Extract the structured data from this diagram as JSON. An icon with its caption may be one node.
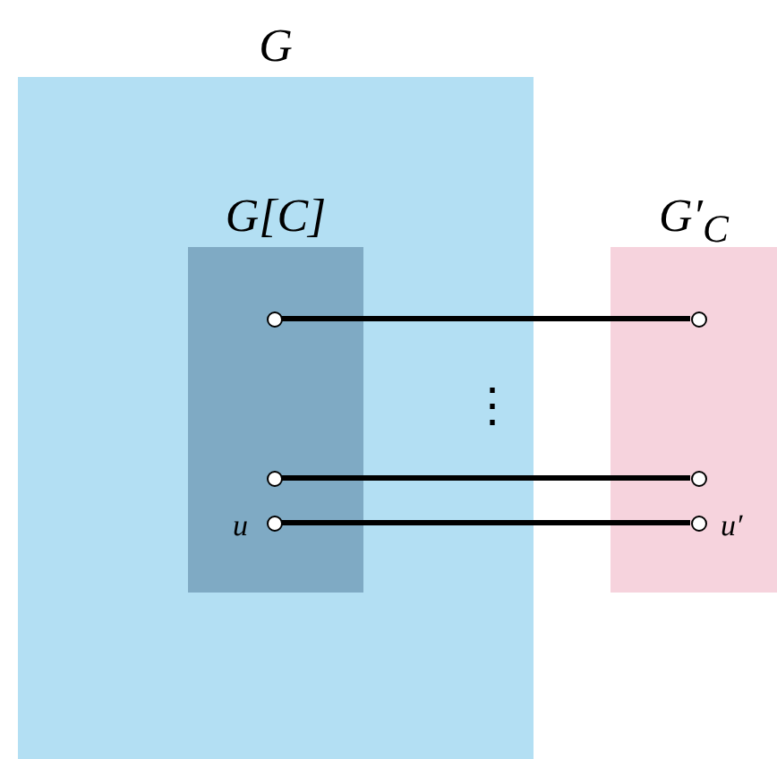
{
  "diagram": {
    "nodes": [
      {
        "text": [
          "G"
        ]
      },
      {
        "text": [
          "G[C]"
        ],
        "in": 0
      },
      {
        "text": [
          "G′$_{C}$"
        ]
      },
      {
        "text": [],
        "shape": "circle",
        "in": 1
      },
      {
        "text": [],
        "shape": "circle",
        "in": 1
      },
      {
        "text": [],
        "shape": "circle",
        "in": 1,
        "beside": [
          "u"
        ]
      },
      {
        "text": [],
        "shape": "circle",
        "in": 2
      },
      {
        "text": [],
        "shape": "circle",
        "in": 2
      },
      {
        "text": [],
        "shape": "circle",
        "in": 2,
        "beside": [
          "u′"
        ]
      }
    ],
    "edges": [
      {
        "from": 3,
        "to": 6,
        "arrow": "none"
      },
      {
        "from": 4,
        "to": 7,
        "arrow": "none"
      },
      {
        "from": 5,
        "to": 8,
        "arrow": "none"
      }
    ],
    "labels": [
      "⋮"
    ]
  }
}
